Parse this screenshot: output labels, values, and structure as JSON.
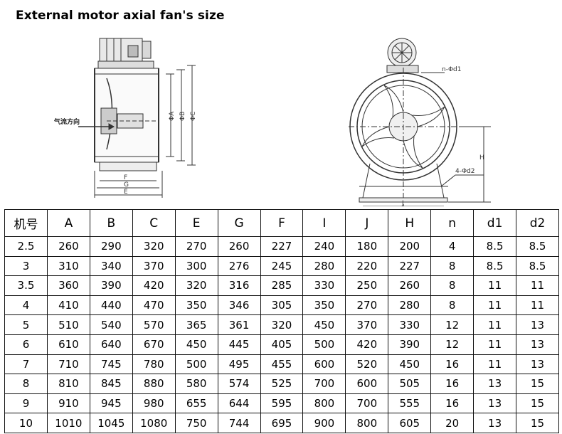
{
  "title": "External motor axial fan's size",
  "drawing": {
    "airflow_label": "气流方向",
    "side_dims": [
      "ΦA",
      "ΦB",
      "ΦC",
      "F",
      "G",
      "E"
    ],
    "front_dims": [
      "n-Φd1",
      "4-Φd2",
      "H",
      "J"
    ]
  },
  "table": {
    "headers": [
      "机号",
      "A",
      "B",
      "C",
      "E",
      "G",
      "F",
      "I",
      "J",
      "H",
      "n",
      "d1",
      "d2"
    ],
    "rows": [
      [
        "2.5",
        "260",
        "290",
        "320",
        "270",
        "260",
        "227",
        "240",
        "180",
        "200",
        "4",
        "8.5",
        "8.5"
      ],
      [
        "3",
        "310",
        "340",
        "370",
        "300",
        "276",
        "245",
        "280",
        "220",
        "227",
        "8",
        "8.5",
        "8.5"
      ],
      [
        "3.5",
        "360",
        "390",
        "420",
        "320",
        "316",
        "285",
        "330",
        "250",
        "260",
        "8",
        "11",
        "11"
      ],
      [
        "4",
        "410",
        "440",
        "470",
        "350",
        "346",
        "305",
        "350",
        "270",
        "280",
        "8",
        "11",
        "11"
      ],
      [
        "5",
        "510",
        "540",
        "570",
        "365",
        "361",
        "320",
        "450",
        "370",
        "330",
        "12",
        "11",
        "13"
      ],
      [
        "6",
        "610",
        "640",
        "670",
        "450",
        "445",
        "405",
        "500",
        "420",
        "390",
        "12",
        "11",
        "13"
      ],
      [
        "7",
        "710",
        "745",
        "780",
        "500",
        "495",
        "455",
        "600",
        "520",
        "450",
        "16",
        "11",
        "13"
      ],
      [
        "8",
        "810",
        "845",
        "880",
        "580",
        "574",
        "525",
        "700",
        "600",
        "505",
        "16",
        "13",
        "15"
      ],
      [
        "9",
        "910",
        "945",
        "980",
        "655",
        "644",
        "595",
        "800",
        "700",
        "555",
        "16",
        "13",
        "15"
      ],
      [
        "10",
        "1010",
        "1045",
        "1080",
        "750",
        "744",
        "695",
        "900",
        "800",
        "605",
        "20",
        "13",
        "15"
      ]
    ]
  }
}
